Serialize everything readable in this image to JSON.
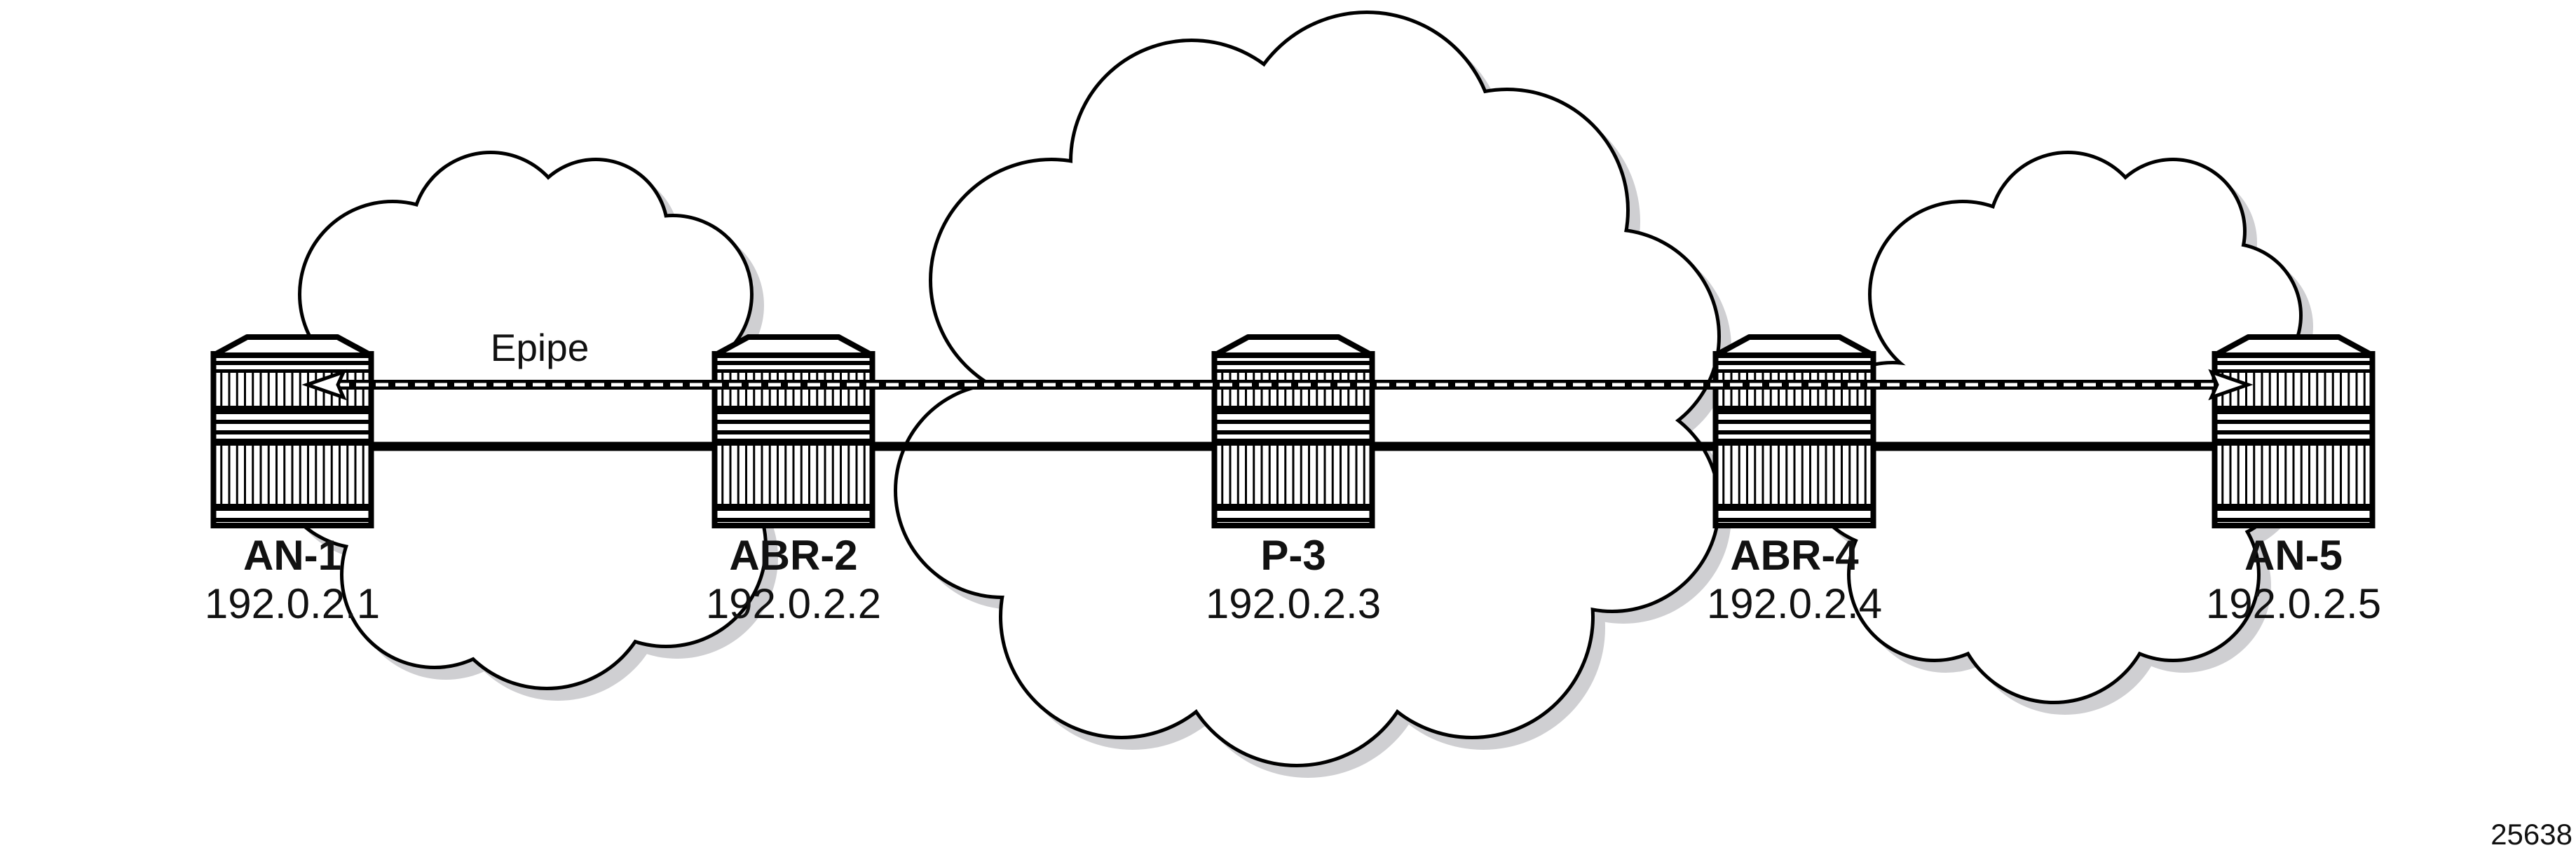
{
  "diagram": {
    "service_label": "Epipe",
    "figure_id": "25638",
    "nodes": [
      {
        "name": "AN-1",
        "ip": "192.0.2.1"
      },
      {
        "name": "ABR-2",
        "ip": "192.0.2.2"
      },
      {
        "name": "P-3",
        "ip": "192.0.2.3"
      },
      {
        "name": "ABR-4",
        "ip": "192.0.2.4"
      },
      {
        "name": "AN-5",
        "ip": "192.0.2.5"
      }
    ]
  }
}
